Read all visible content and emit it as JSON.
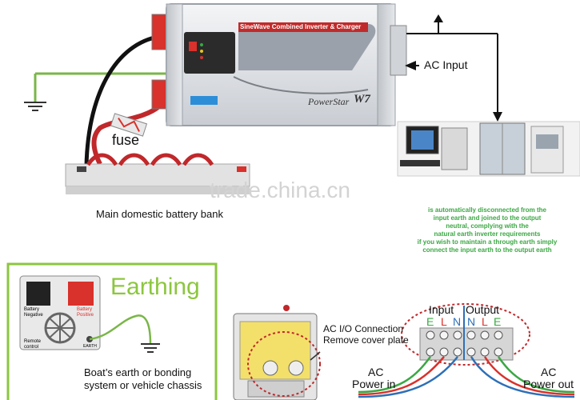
{
  "inverter": {
    "banner": "SineWave Combined Inverter & Charger",
    "brand": "PowerStar",
    "model": "W7"
  },
  "top_diagram": {
    "fuse_label": "fuse",
    "ac_input_label": "AC Input",
    "battery_bank_label": "Main domestic battery bank",
    "watermark": "trade.china.cn",
    "note_lines": [
      "is automatically disconnected from the",
      "input earth and joined to the output",
      "neutral, complying with the",
      "natural earth inverter requirements",
      "if you wish to maintain a through earth simply",
      "connect the input earth to the output earth"
    ]
  },
  "earthing_panel": {
    "title": "Earthing",
    "neg_label": "Battery Negative",
    "pos_label": "Battery Positive",
    "remote_label": "Remote control",
    "earth_small_label": "EARTH",
    "caption_line1": "Boat’s earth or bonding",
    "caption_line2": "system or vehicle chassis"
  },
  "connection_panel": {
    "io_label_line1": "AC I/O Connection",
    "io_label_line2": "Remove cover plate",
    "input_label": "Input",
    "output_label": "Output",
    "terminal_letters": [
      "E",
      "L",
      "N",
      "N",
      "L",
      "E"
    ],
    "ac_power_in_line1": "AC",
    "ac_power_in_line2": "Power in",
    "ac_power_out_line1": "AC",
    "ac_power_out_line2": "Power out"
  },
  "colors": {
    "earth_wire": "#7ab648",
    "panel_border": "#8cc63f",
    "earthing_title": "#8cc63f",
    "fuse_red": "#d9312b",
    "terminal_green": "#3aa843",
    "terminal_blue": "#2d6fb8",
    "terminal_red": "#d9312b",
    "note_green": "#3aa843"
  }
}
